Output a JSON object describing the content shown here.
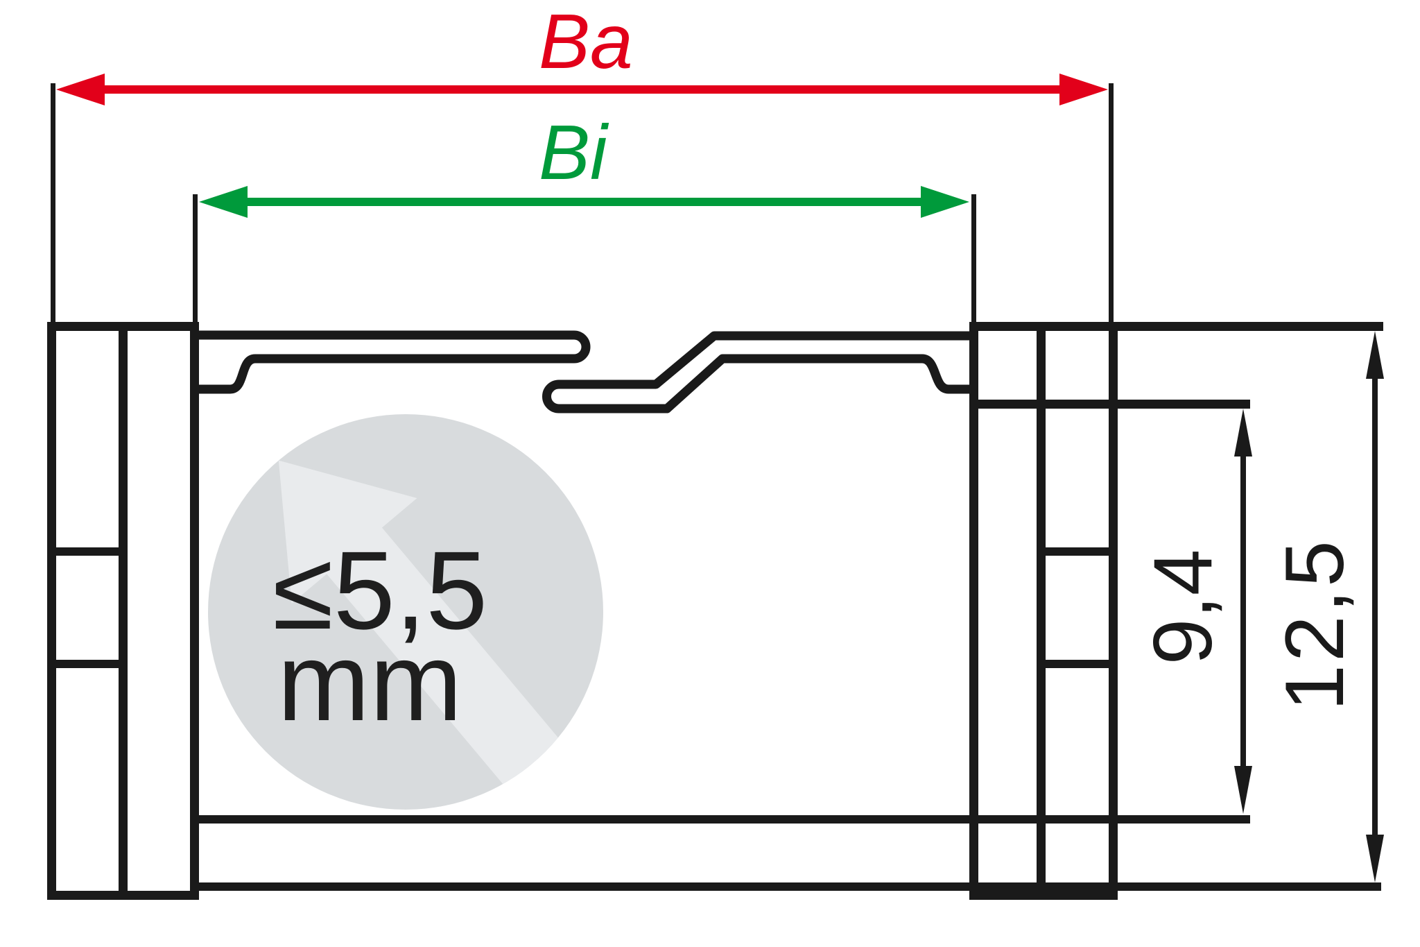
{
  "drawing": {
    "dimension_labels": {
      "outer_width": "Ba",
      "inner_width": "Bi",
      "inner_height": "9,4",
      "outer_height": "12,5"
    },
    "cable_note": {
      "value": "≤5,5",
      "unit": "mm"
    },
    "colors": {
      "outer_width_arrow": "#e2001a",
      "inner_width_arrow": "#009a3b",
      "line": "#1a1a1a",
      "note_text": "#1f1f1f",
      "watermark_circle": "#d8dbdd",
      "watermark_arrow": "#e9ebed"
    }
  }
}
